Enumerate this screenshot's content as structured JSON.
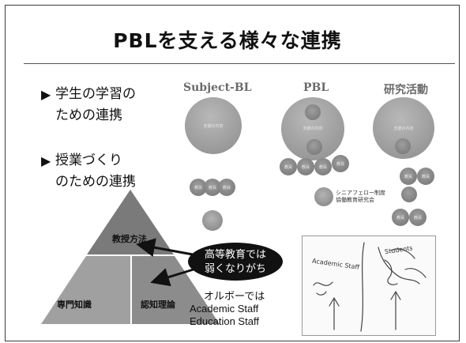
{
  "slide": {
    "title": "PBLを支える様々な連携",
    "bullets": [
      {
        "marker": "▶",
        "line1": "学生の学習の",
        "line2": "ための連携"
      },
      {
        "marker": "▶",
        "line1": "授業づくり",
        "line2": "のための連携"
      }
    ]
  },
  "diagram": {
    "columns": [
      {
        "label": "Subject-BL"
      },
      {
        "label": "PBL"
      },
      {
        "label": "研究活動"
      }
    ],
    "circle_text": {
      "big": "支援の内容",
      "small": "教員"
    },
    "pbl_note": {
      "line1": "シニアフェロー制度",
      "line2": "協働教育研究会"
    }
  },
  "pyramid": {
    "top": "教授方法",
    "bottom_left": "専門知識",
    "bottom_right": "認知理論",
    "colors": {
      "top": "#7a7a7a",
      "bottom_left": "#a0a0a0",
      "bottom_right": "#8c8c8c"
    }
  },
  "bubble": {
    "line1": "高等教育では",
    "line2": "弱くなりがち"
  },
  "aalborg": {
    "line1": "オルボーでは",
    "line2": "Academic Staff",
    "line3": "Education Staff"
  },
  "sketch": {
    "label1": "Academic Staff",
    "label2": "Students"
  }
}
